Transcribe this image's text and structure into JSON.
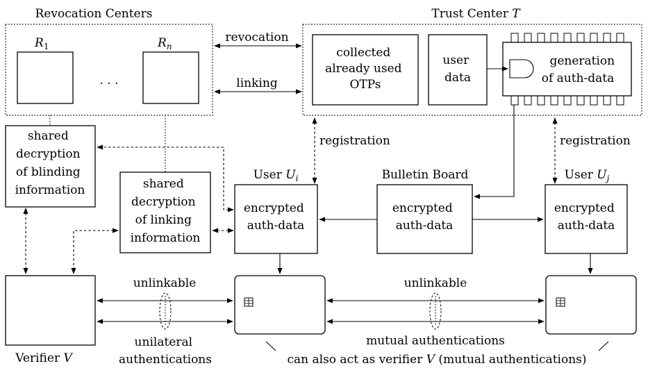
{
  "revocation": {
    "title": "Revocation Centers",
    "r1": "R",
    "r1_sub": "1",
    "rn": "R",
    "rn_sub": "n",
    "ellipsis": ". . ."
  },
  "trust": {
    "title": "Trust Center ",
    "title_var": "T",
    "collected": [
      "collected",
      "already used",
      "OTPs"
    ],
    "user_data": [
      "user",
      "data"
    ],
    "generation": [
      "generation",
      "of auth-data"
    ]
  },
  "arrows": {
    "revocation": "revocation",
    "linking": "linking",
    "registration_left": "registration",
    "registration_right": "registration"
  },
  "shared_blinding": [
    "shared",
    "decryption",
    "of blinding",
    "information"
  ],
  "shared_linking": [
    "shared",
    "decryption",
    "of linking",
    "information"
  ],
  "user_i": {
    "label": "User ",
    "var": "U",
    "sub": "i",
    "content": [
      "encrypted",
      "auth-data"
    ]
  },
  "bulletin": {
    "label": "Bulletin Board",
    "content": [
      "encrypted",
      "auth-data"
    ]
  },
  "user_j": {
    "label": "User ",
    "var": "U",
    "sub": "j",
    "content": [
      "encrypted",
      "auth-data"
    ]
  },
  "verifier": {
    "label": "Verifier ",
    "var": "V"
  },
  "bottom": {
    "unlinkable_left": "unlinkable",
    "unilateral": [
      "unilateral",
      "authentications"
    ],
    "unlinkable_right": "unlinkable",
    "mutual": "mutual authentications",
    "act_as_verifier_pre": "can also act as verifier ",
    "act_as_verifier_var": "V",
    "act_as_verifier_post": " (mutual authentications)"
  }
}
